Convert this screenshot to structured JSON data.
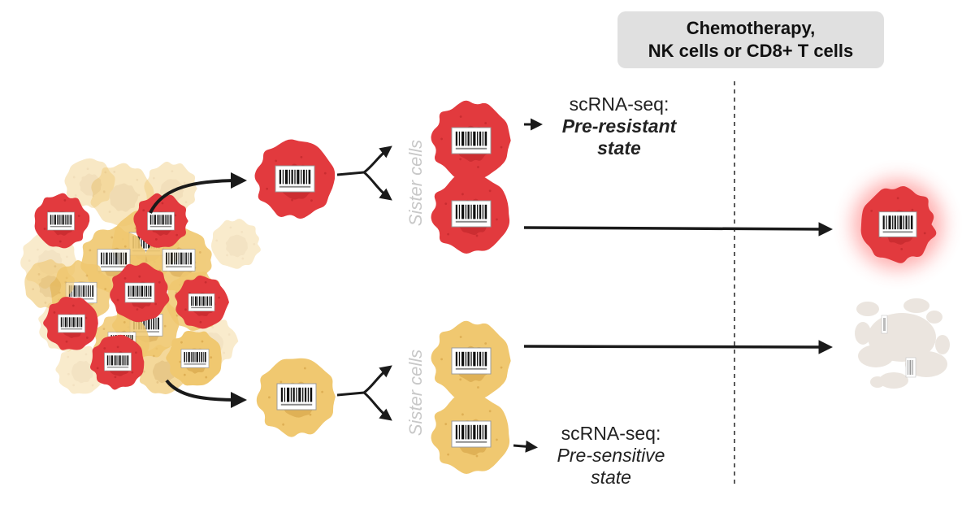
{
  "treatment": {
    "line1": "Chemotherapy,",
    "line2": "NK cells or CD8+ T cells"
  },
  "resistant_label": {
    "line1": "scRNA-seq:",
    "line2": "Pre-resistant",
    "line3": "state"
  },
  "sensitive_label": {
    "line1": "scRNA-seq:",
    "line2": "Pre-sensitive",
    "line3": "state"
  },
  "sister_cells_top": "Sister cells",
  "sister_cells_bottom": "Sister cells",
  "colors": {
    "resistant_cell": "#e23a3e",
    "resistant_cell_dark": "#c42a2e",
    "sensitive_cell": "#f0c870",
    "sensitive_cell_dark": "#d9a94e",
    "treatment_box": "#e0e0e0",
    "arrow": "#1a1a1a"
  }
}
